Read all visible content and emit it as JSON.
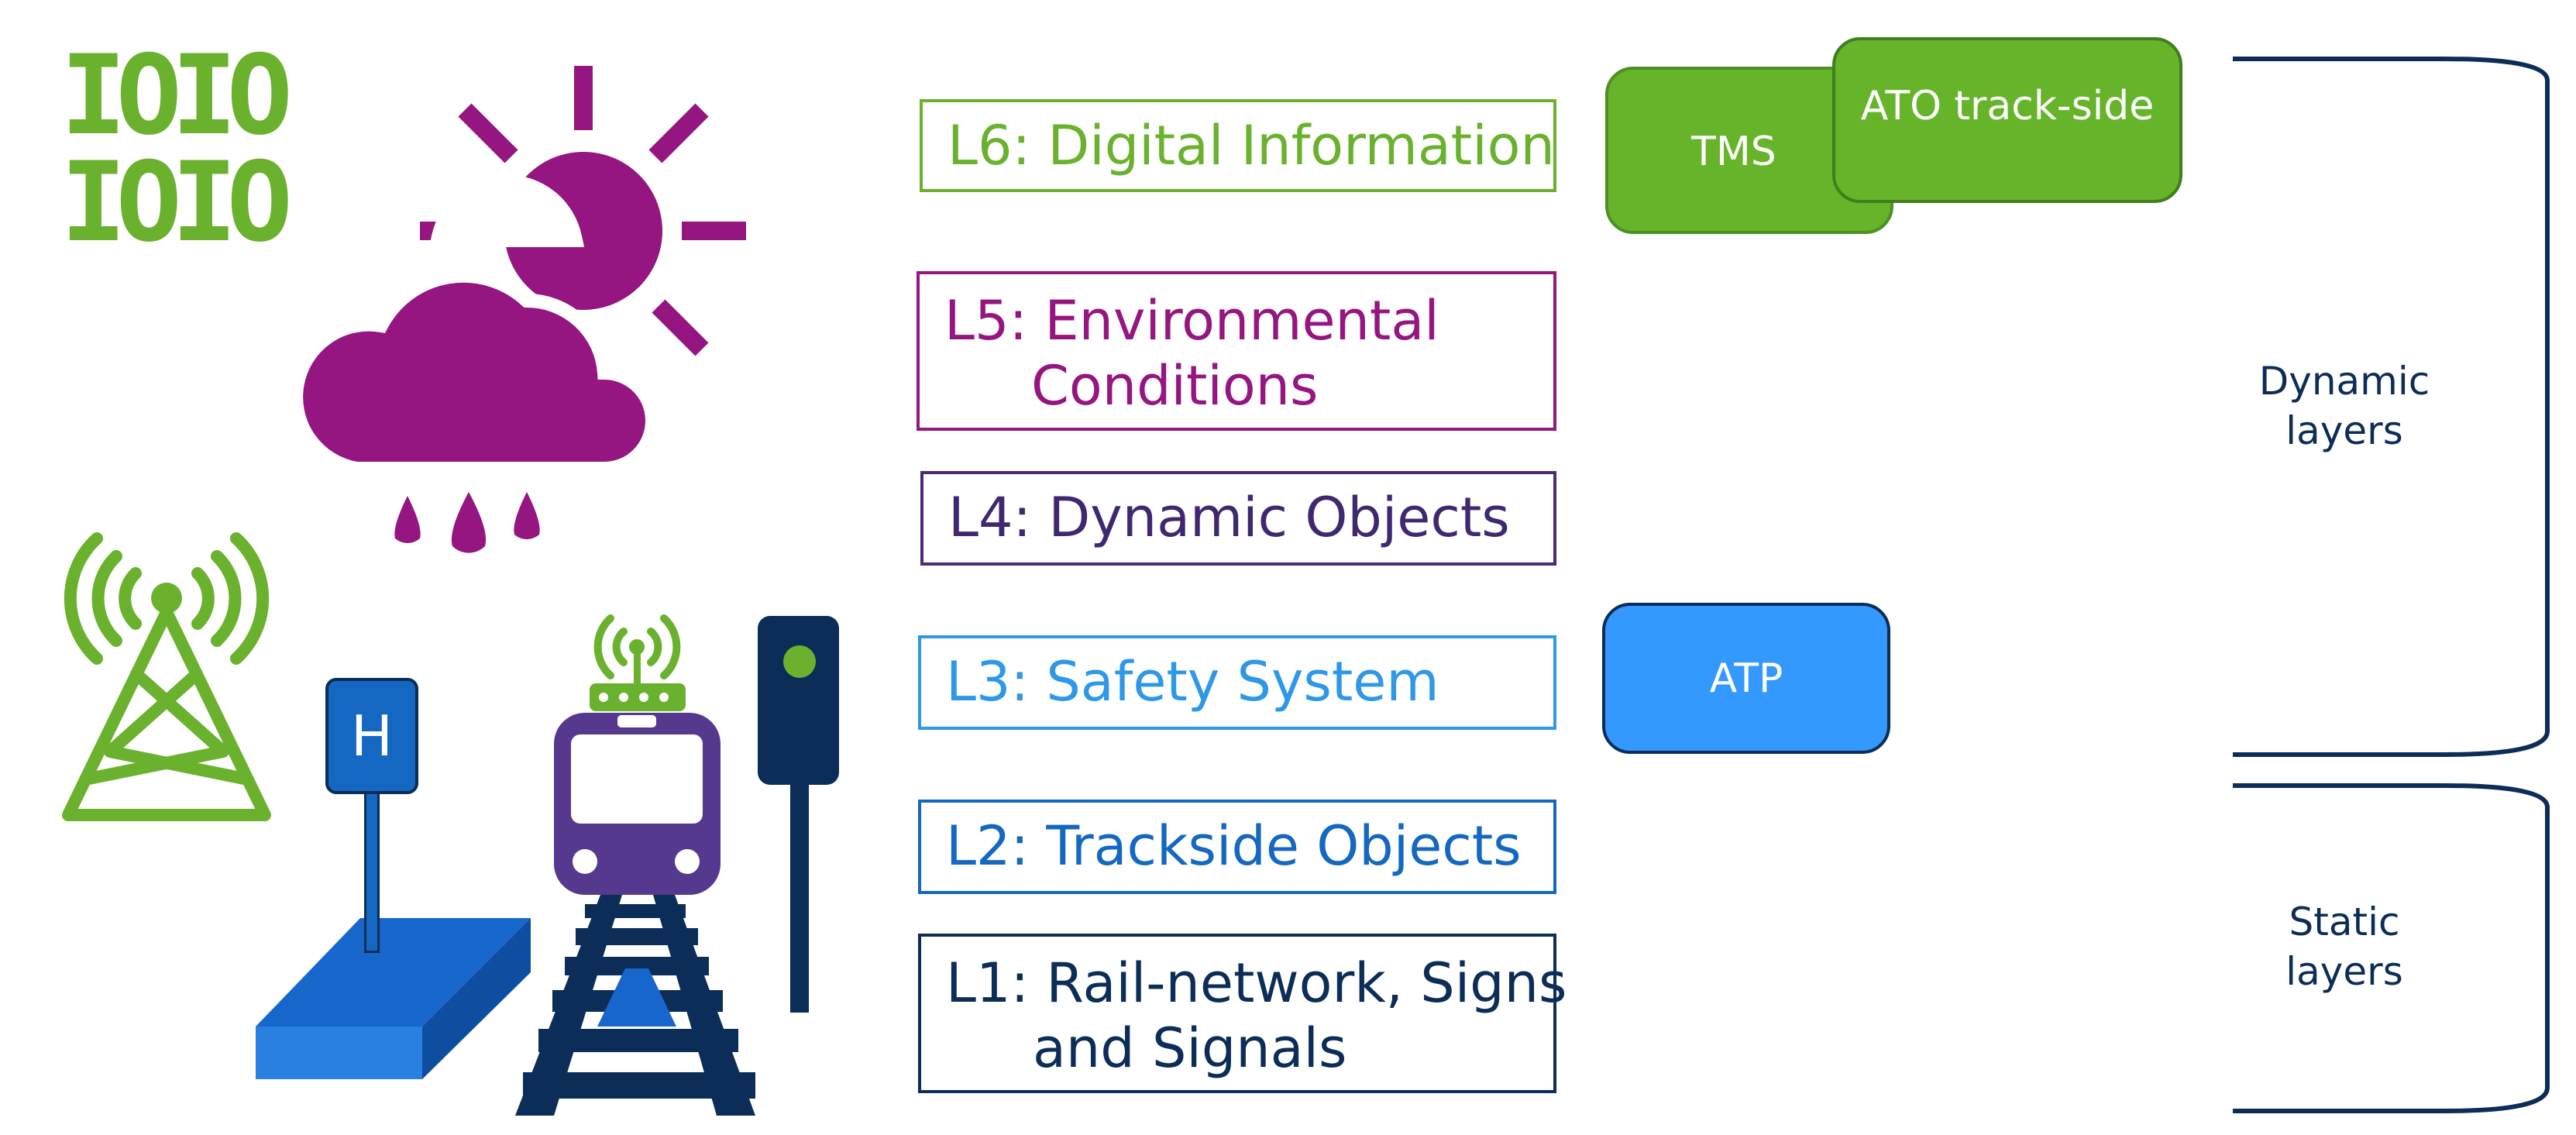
{
  "colors": {
    "green": "#6ab22e",
    "green_dark": "#4f8f24",
    "purple": "#951581",
    "dark_purple": "#4a2a78",
    "light_blue": "#2e98e8",
    "blue": "#1468c2",
    "navy": "#0b2d57",
    "sys_green": "#66b42a",
    "sys_blue": "#3399ff",
    "train_purple": "#55398f"
  },
  "icons": {
    "binary": "binary-icon",
    "weather": "weather-icon",
    "antenna": "antenna-tower-icon",
    "bus_stop": "bus-stop-icon",
    "train": "train-icon",
    "signal": "signal-icon",
    "platform": "platform-icon"
  },
  "binary": {
    "line1": "IOIO",
    "line2": "IOIO"
  },
  "bus_stop_letter": "H",
  "layers": [
    {
      "line1": "L6: Digital Information",
      "line2": ""
    },
    {
      "line1": "L5: Environmental",
      "line2": "Conditions"
    },
    {
      "line1": "L4: Dynamic Objects",
      "line2": ""
    },
    {
      "line1": "L3: Safety System",
      "line2": ""
    },
    {
      "line1": "L2: Trackside Objects",
      "line2": ""
    },
    {
      "line1": "L1: Rail-network, Signs",
      "line2": "and Signals"
    }
  ],
  "systems": {
    "tms": "TMS",
    "ato": "ATO track-side",
    "atp": "ATP"
  },
  "braces": {
    "dynamic": {
      "line1": "Dynamic",
      "line2": "layers"
    },
    "static": {
      "line1": "Static",
      "line2": "layers"
    }
  }
}
